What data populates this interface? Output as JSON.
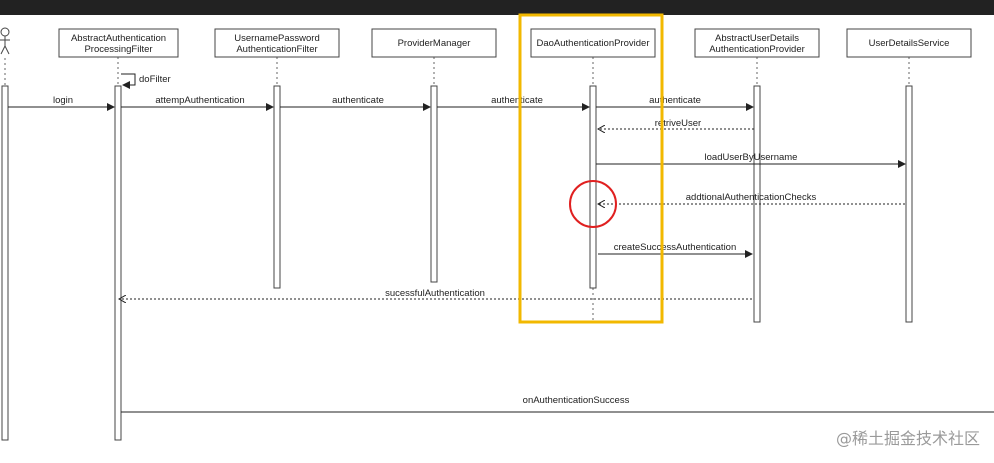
{
  "participants": [
    {
      "id": "actor",
      "label": ""
    },
    {
      "id": "abstract-auth-filter",
      "label": [
        "AbstractAuthentication",
        "ProcessingFilter"
      ]
    },
    {
      "id": "username-password-filter",
      "label": [
        "UsernamePassword",
        "AuthenticationFilter"
      ]
    },
    {
      "id": "provider-manager",
      "label": [
        "ProviderManager"
      ]
    },
    {
      "id": "dao-provider",
      "label": [
        "DaoAuthenticationProvider"
      ]
    },
    {
      "id": "abstract-user-details-provider",
      "label": [
        "AbstractUserDetails",
        "AuthenticationProvider"
      ]
    },
    {
      "id": "user-details-service",
      "label": [
        "UserDetailsService"
      ]
    }
  ],
  "messages": {
    "doFilter": "doFilter",
    "login": "login",
    "attemp": "attempAuthentication",
    "auth1": "authenticate",
    "auth2": "authenticate",
    "auth3": "authenticate",
    "retrive": "retriveUser",
    "load": "loadUserByUsername",
    "checks": "addtionalAuthenticationChecks",
    "create": "createSuccessAuthentication",
    "success": "sucessfulAuthentication",
    "onSuccess": "onAuthenticationSuccess"
  },
  "highlight_color": "#f2b800",
  "circle_color": "#e02020",
  "watermark": "@稀土掘金技术社区"
}
